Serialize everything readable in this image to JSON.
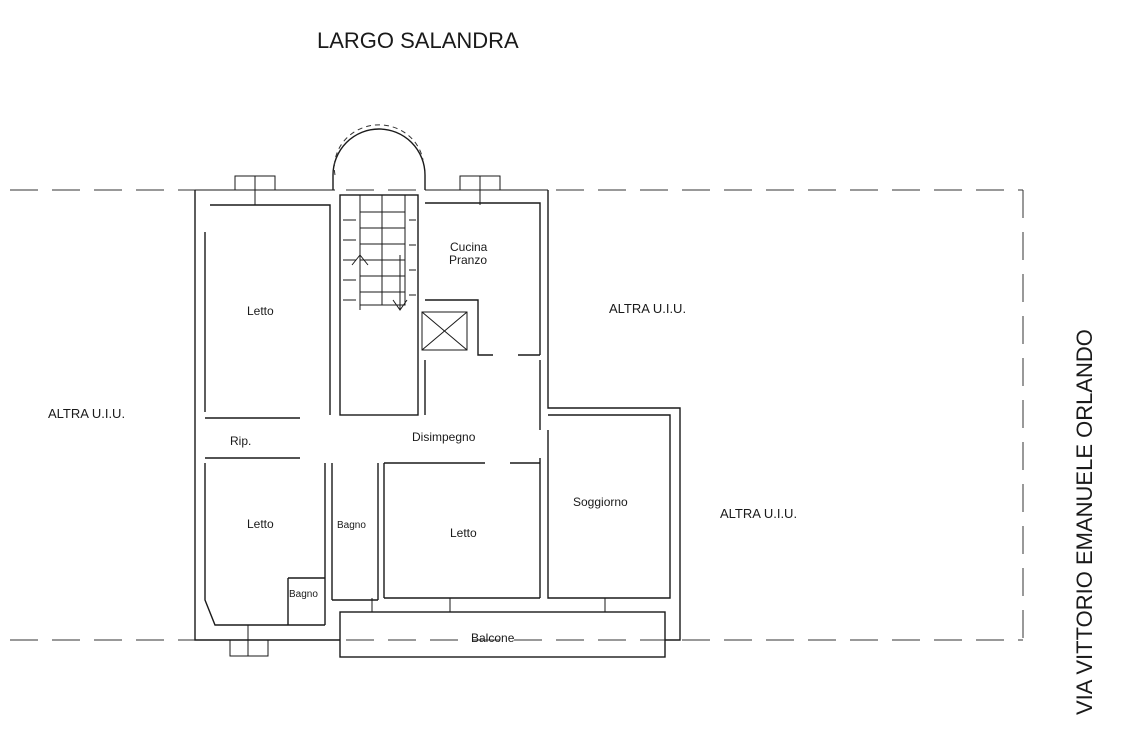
{
  "streets": {
    "top": "LARGO SALANDRA",
    "right": "VIA VITTORIO EMANUELE ORLANDO"
  },
  "neighbors": {
    "left": "ALTRA U.I.U.",
    "top_right": "ALTRA U.I.U.",
    "bottom_right": "ALTRA U.I.U."
  },
  "rooms": {
    "letto_top_left": "Letto",
    "cucina": "Cucina",
    "pranzo": "Pranzo",
    "rip": "Rip.",
    "disimpegno": "Disimpegno",
    "letto_bottom_left": "Letto",
    "bagno_center": "Bagno",
    "letto_center": "Letto",
    "soggiorno": "Soggiorno",
    "bagno_small": "Bagno",
    "balcone": "Balcone"
  },
  "colors": {
    "line": "#1a1a1a",
    "background": "#ffffff"
  }
}
